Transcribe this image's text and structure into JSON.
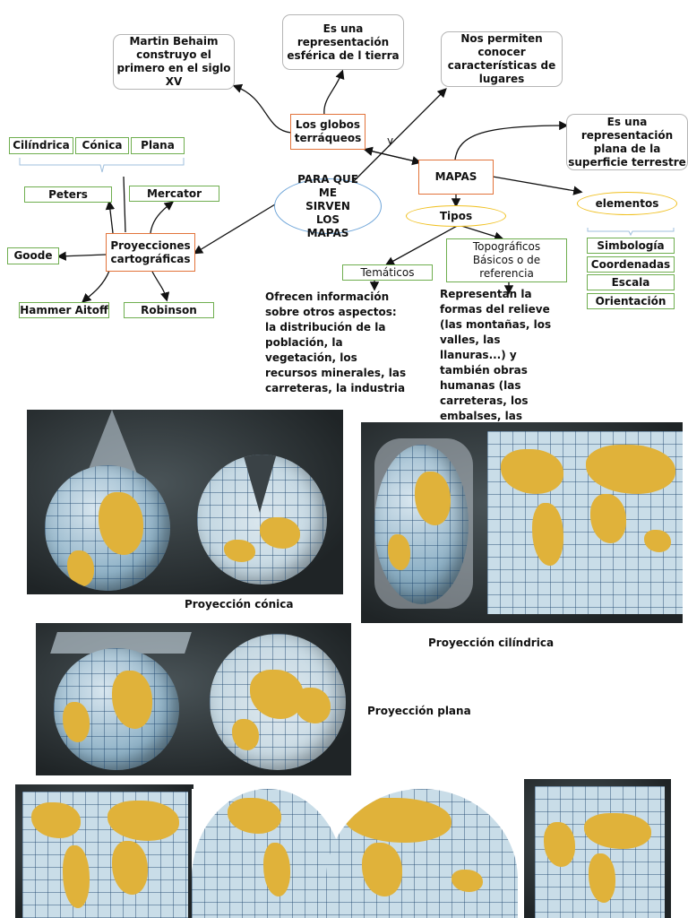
{
  "concept_map": {
    "center": "PARA QUE ME SIRVEN LOS MAPAS",
    "globes": "Los globos terráqueos",
    "behaim": "Martin Behaim construyo el primero en el siglo XV",
    "spherical": "Es una representación esférica de l tierra",
    "connector_y": "y",
    "maps": "MAPAS",
    "know_places": "Nos permiten conocer características de lugares",
    "flat": "Es una representación plana de la superficie terrestre",
    "types": "Tipos",
    "elements": "elementos",
    "element_items": [
      "Simbología",
      "Coordenadas",
      "Escala",
      "Orientación"
    ],
    "projections": "Proyecciones cartográficas",
    "projection_kinds": [
      "Cilíndrica",
      "Cónica",
      "Plana"
    ],
    "projection_names": {
      "peters": "Peters",
      "mercator": "Mercator",
      "goode": "Goode",
      "hammer": "Hammer Aitoff",
      "robinson": "Robinson"
    },
    "thematic": "Temáticos",
    "thematic_desc": "Ofrecen información sobre otros aspectos: la distribución de la población, la vegetación, los recursos minerales, las carreteras, la industria",
    "topographic": "Topográficos Básicos o de referencia",
    "topographic_desc": "Representan la formas del relieve (las montañas, los valles, las llanuras...) y también obras humanas (las carreteras, los embalses, las localidades"
  },
  "photos": {
    "conic_caption": "Proyección cónica",
    "cylindrical_caption": "Proyección cilíndrica",
    "flat_caption": "Proyección plana"
  },
  "colors": {
    "orange_border": "#e2733a",
    "green_border": "#6fae4f",
    "yellow_border": "#f0c020",
    "blue_border": "#6da4d8",
    "land": "#e0b23a",
    "ocean": "#c9dde8"
  }
}
